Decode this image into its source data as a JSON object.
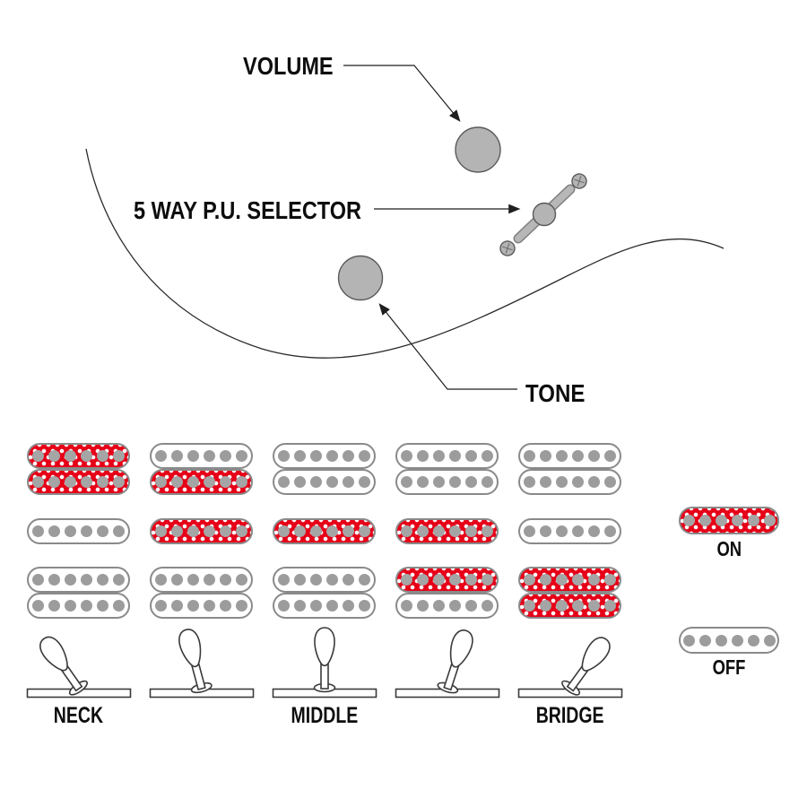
{
  "top": {
    "volume_label": "VOLUME",
    "selector_label": "5 WAY P.U. SELECTOR",
    "tone_label": "TONE"
  },
  "legend": {
    "on_label": "ON",
    "off_label": "OFF"
  },
  "positions": [
    {
      "footer_label": "NECK",
      "lever_tilt": -35,
      "neck_coils": [
        "on",
        "on"
      ],
      "middle_coil": "off",
      "bridge_coils": [
        "off",
        "off"
      ]
    },
    {
      "footer_label": "",
      "lever_tilt": -15,
      "neck_coils": [
        "off",
        "on"
      ],
      "middle_coil": "on",
      "bridge_coils": [
        "off",
        "off"
      ]
    },
    {
      "footer_label": "MIDDLE",
      "lever_tilt": 0,
      "neck_coils": [
        "off",
        "off"
      ],
      "middle_coil": "on",
      "bridge_coils": [
        "off",
        "off"
      ]
    },
    {
      "footer_label": "",
      "lever_tilt": 18,
      "neck_coils": [
        "off",
        "off"
      ],
      "middle_coil": "on",
      "bridge_coils": [
        "on",
        "off"
      ]
    },
    {
      "footer_label": "BRIDGE",
      "lever_tilt": 36,
      "neck_coils": [
        "off",
        "off"
      ],
      "middle_coil": "off",
      "bridge_coils": [
        "on",
        "on"
      ]
    }
  ],
  "colors": {
    "on_red": "#e60018",
    "pole_gray": "#9c9c9c",
    "knob_gray": "#b4b4b4"
  }
}
